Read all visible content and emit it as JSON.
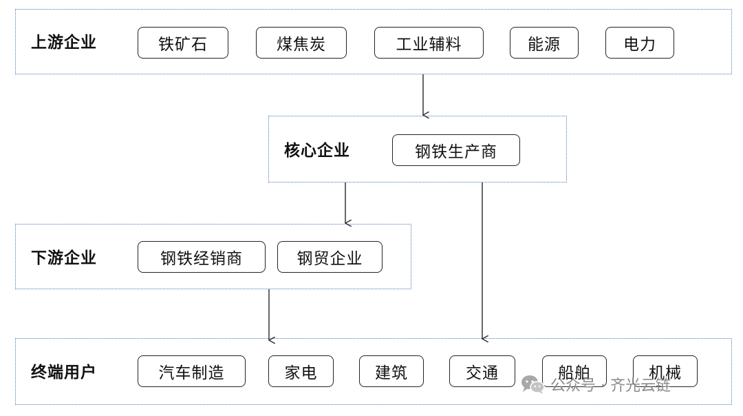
{
  "upstream": {
    "title": "上游企业",
    "items": [
      "铁矿石",
      "煤焦炭",
      "工业辅料",
      "能源",
      "电力"
    ]
  },
  "core": {
    "title": "核心企业",
    "items": [
      "钢铁生产商"
    ]
  },
  "downstream": {
    "title": "下游企业",
    "items": [
      "钢铁经销商",
      "钢贸企业"
    ]
  },
  "end_users": {
    "title": "终端用户",
    "items": [
      "汽车制造",
      "家电",
      "建筑",
      "交通",
      "船舶",
      "机械"
    ]
  },
  "watermark": {
    "text": "公众号 · 齐光云链",
    "icon": "wechat-icon"
  },
  "colors": {
    "group_border": "#4a78b8",
    "node_border": "#222222",
    "arrow": "#333333",
    "watermark": "#8a8a8a"
  }
}
